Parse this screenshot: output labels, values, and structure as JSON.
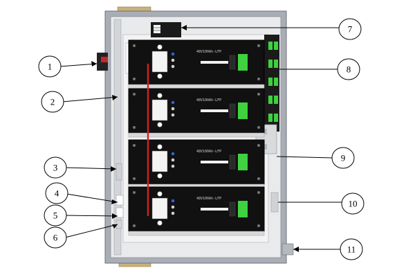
{
  "diagram": {
    "callouts": [
      {
        "id": "c1",
        "label": "1"
      },
      {
        "id": "c2",
        "label": "2"
      },
      {
        "id": "c3",
        "label": "3"
      },
      {
        "id": "c4",
        "label": "4"
      },
      {
        "id": "c5",
        "label": "5"
      },
      {
        "id": "c6",
        "label": "6"
      },
      {
        "id": "c7",
        "label": "7"
      },
      {
        "id": "c8",
        "label": "8"
      },
      {
        "id": "c9",
        "label": "9"
      },
      {
        "id": "c10",
        "label": "10"
      },
      {
        "id": "c11",
        "label": "11"
      }
    ],
    "modules": [
      {
        "label": "48V100Ah-LFP"
      },
      {
        "label": "48V100Ah-LFP"
      },
      {
        "label": "48V100Ah-LFP"
      },
      {
        "label": "48V100Ah-LFP"
      }
    ],
    "colors": {
      "cabinet_frame": "#a9aeb6",
      "cabinet_inner": "#e9eaec",
      "module_body": "#111111",
      "series_cable": "#d32020",
      "display_green": "#3fd13f",
      "brass_trim": "#c9b27a"
    }
  }
}
